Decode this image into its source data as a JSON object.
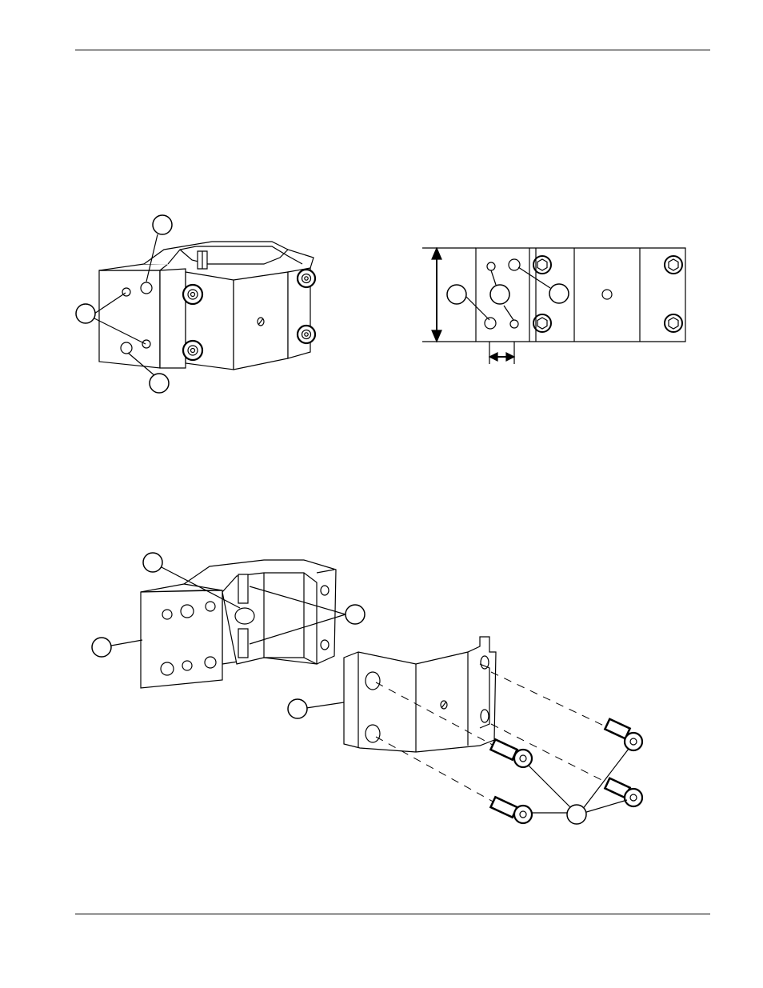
{
  "document": {
    "header_text": "",
    "footer_text": "",
    "figures": [
      {
        "id": "assembled-clamp",
        "callouts": [
          "",
          "",
          ""
        ]
      },
      {
        "id": "clamp-side-view",
        "callouts": [
          "",
          "",
          ""
        ]
      },
      {
        "id": "exploded-clamp",
        "callouts": [
          "",
          "",
          "",
          "",
          ""
        ]
      }
    ]
  },
  "colors": {
    "line": "#000000",
    "paper": "#ffffff"
  }
}
